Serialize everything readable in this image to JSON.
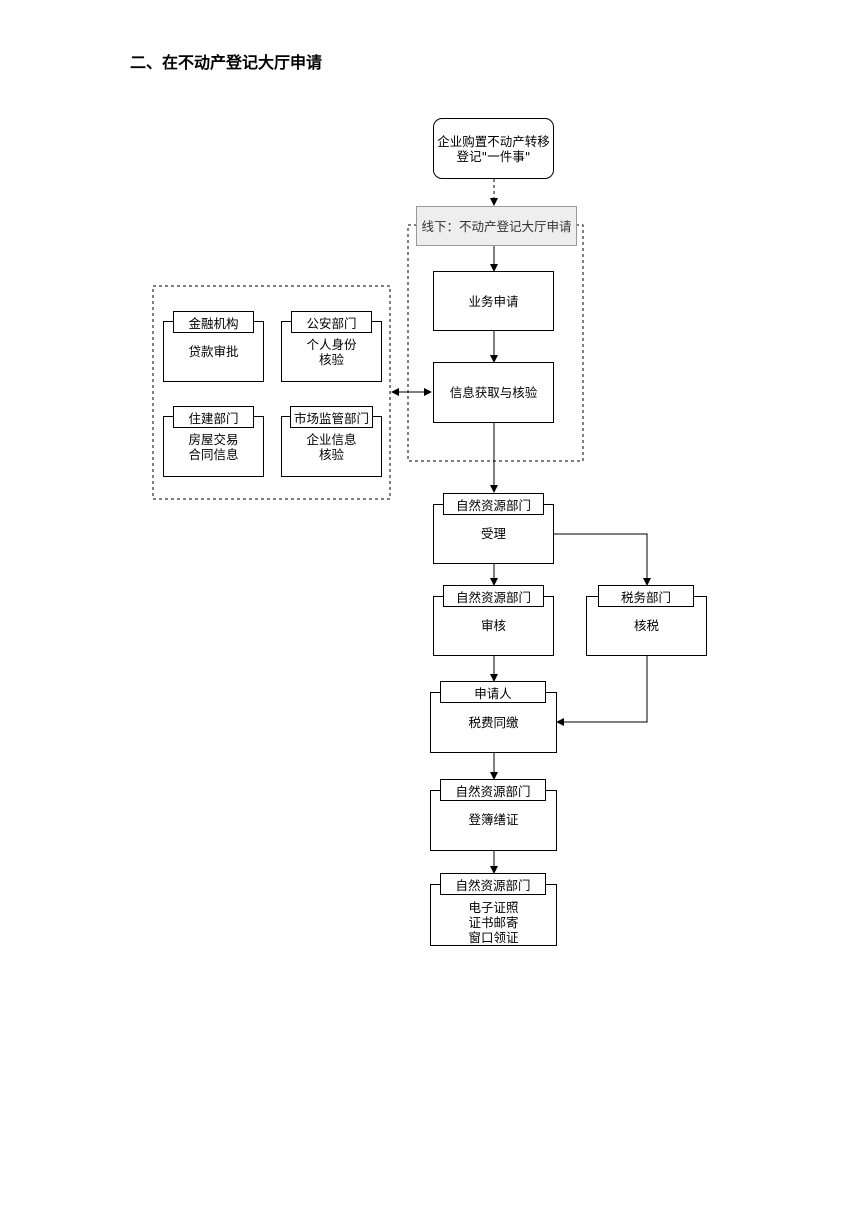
{
  "heading": "二、在不动产登记大厅申请",
  "nodes": {
    "start": "企业购置不动产转移\n登记\"一件事\"",
    "offline": "线下：不动产登记大厅申请",
    "apply": "业务申请",
    "verify": "信息获取与核验",
    "accept": {
      "tag": "自然资源部门",
      "text": "受理"
    },
    "review": {
      "tag": "自然资源部门",
      "text": "审核"
    },
    "tax": {
      "tag": "税务部门",
      "text": "核税"
    },
    "pay": {
      "tag": "申请人",
      "text": "税费同缴"
    },
    "register": {
      "tag": "自然资源部门",
      "text": "登簿缮证"
    },
    "issue": {
      "tag": "自然资源部门",
      "text": "电子证照\n证书邮寄\n窗口领证"
    }
  },
  "departments": [
    {
      "tag": "金融机构",
      "text": "贷款审批"
    },
    {
      "tag": "公安部门",
      "text": "个人身份\n核验"
    },
    {
      "tag": "住建部门",
      "text": "房屋交易\n合同信息"
    },
    {
      "tag": "市场监管部门",
      "text": "企业信息\n核验"
    }
  ]
}
